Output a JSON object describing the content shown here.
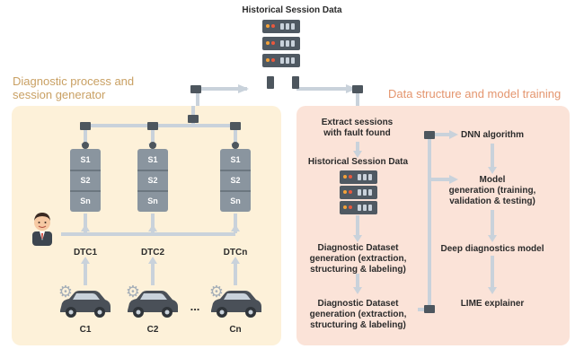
{
  "colors": {
    "left_panel": "#fdf1d9",
    "right_panel": "#fbe3d8",
    "left_title": "#c9a063",
    "right_title": "#e4956e",
    "pipe": "#c9d2db",
    "connector": "#4d565e",
    "drum": "#8a959f",
    "server": "#4f5962",
    "car": "#4a5058",
    "gear": "#a6afb8"
  },
  "header": {
    "title": "Historical Session Data"
  },
  "left": {
    "title_line1": "Diagnostic process and",
    "title_line2": "session generator",
    "drums": [
      {
        "s1": "S1",
        "s2": "S2",
        "sn": "Sn"
      },
      {
        "s1": "S1",
        "s2": "S2",
        "sn": "Sn"
      },
      {
        "s1": "S1",
        "s2": "S2",
        "sn": "Sn"
      }
    ],
    "dtc": [
      "DTC1",
      "DTC2",
      "DTCn"
    ],
    "cars": [
      "C1",
      "C2",
      "Cn"
    ],
    "ellipsis": "...",
    "icons": [
      "person-icon",
      "server-icon",
      "car-icon",
      "gear-icon",
      "cylinder-icon"
    ]
  },
  "right": {
    "title": "Data structure and model training",
    "steps": {
      "extract_l1": "Extract sessions",
      "extract_l2": "with fault found",
      "hist": "Historical Session Data",
      "ds1_l1": "Diagnostic Dataset",
      "ds1_l2": "generation (extraction,",
      "ds1_l3": "structuring & labeling)",
      "ds2_l1": "Diagnostic Dataset",
      "ds2_l2": "generation (extraction,",
      "ds2_l3": "structuring & labeling)",
      "dnn": "DNN algorithm",
      "model_l1": "Model",
      "model_l2": "generation (training,",
      "model_l3": "validation & testing)",
      "deep": "Deep diagnostics model",
      "lime": "LIME explainer"
    }
  }
}
